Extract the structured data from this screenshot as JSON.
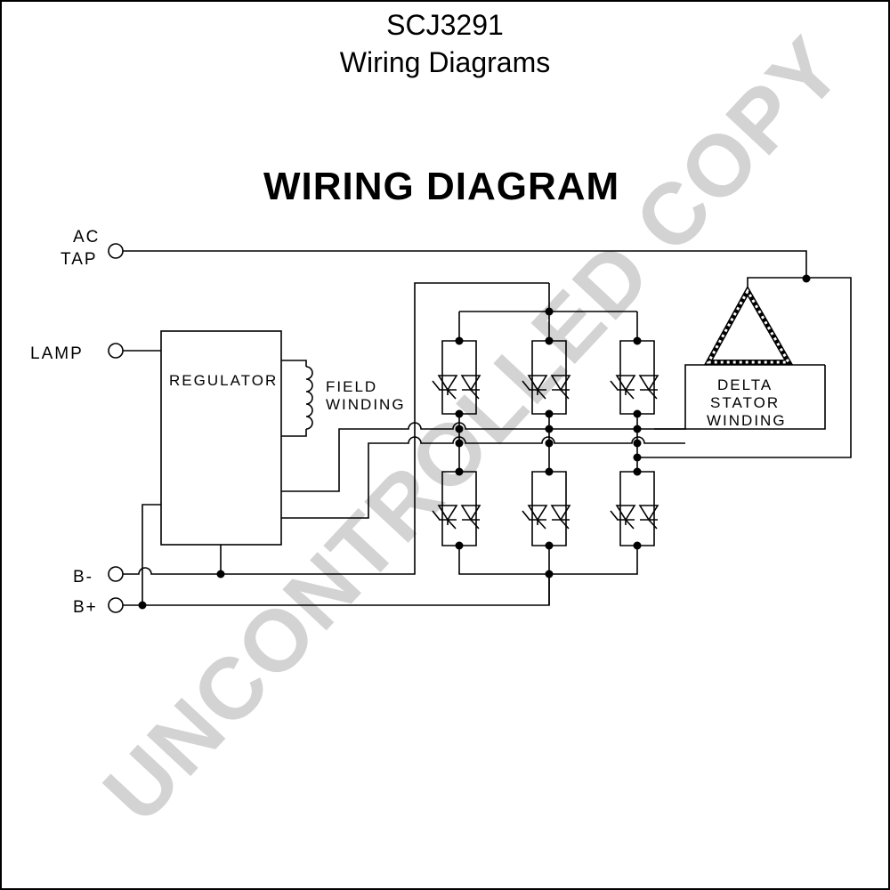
{
  "header": {
    "part_number": "SCJ3291",
    "subtitle": "Wiring Diagrams"
  },
  "diagram": {
    "heading": "WIRING DIAGRAM",
    "terminals": {
      "ac_line1": "AC",
      "ac_line2": "TAP",
      "lamp": "LAMP",
      "b_minus": "B-",
      "b_plus": "B+"
    },
    "regulator": "REGULATOR",
    "field_line1": "FIELD",
    "field_line2": "WINDING",
    "stator_line1": "DELTA",
    "stator_line2": "STATOR",
    "stator_line3": "WINDING"
  },
  "watermark": "UNCONTROLLED COPY",
  "colors": {
    "ink": "#000000",
    "watermark": "#d3d3d3",
    "background": "#ffffff"
  }
}
